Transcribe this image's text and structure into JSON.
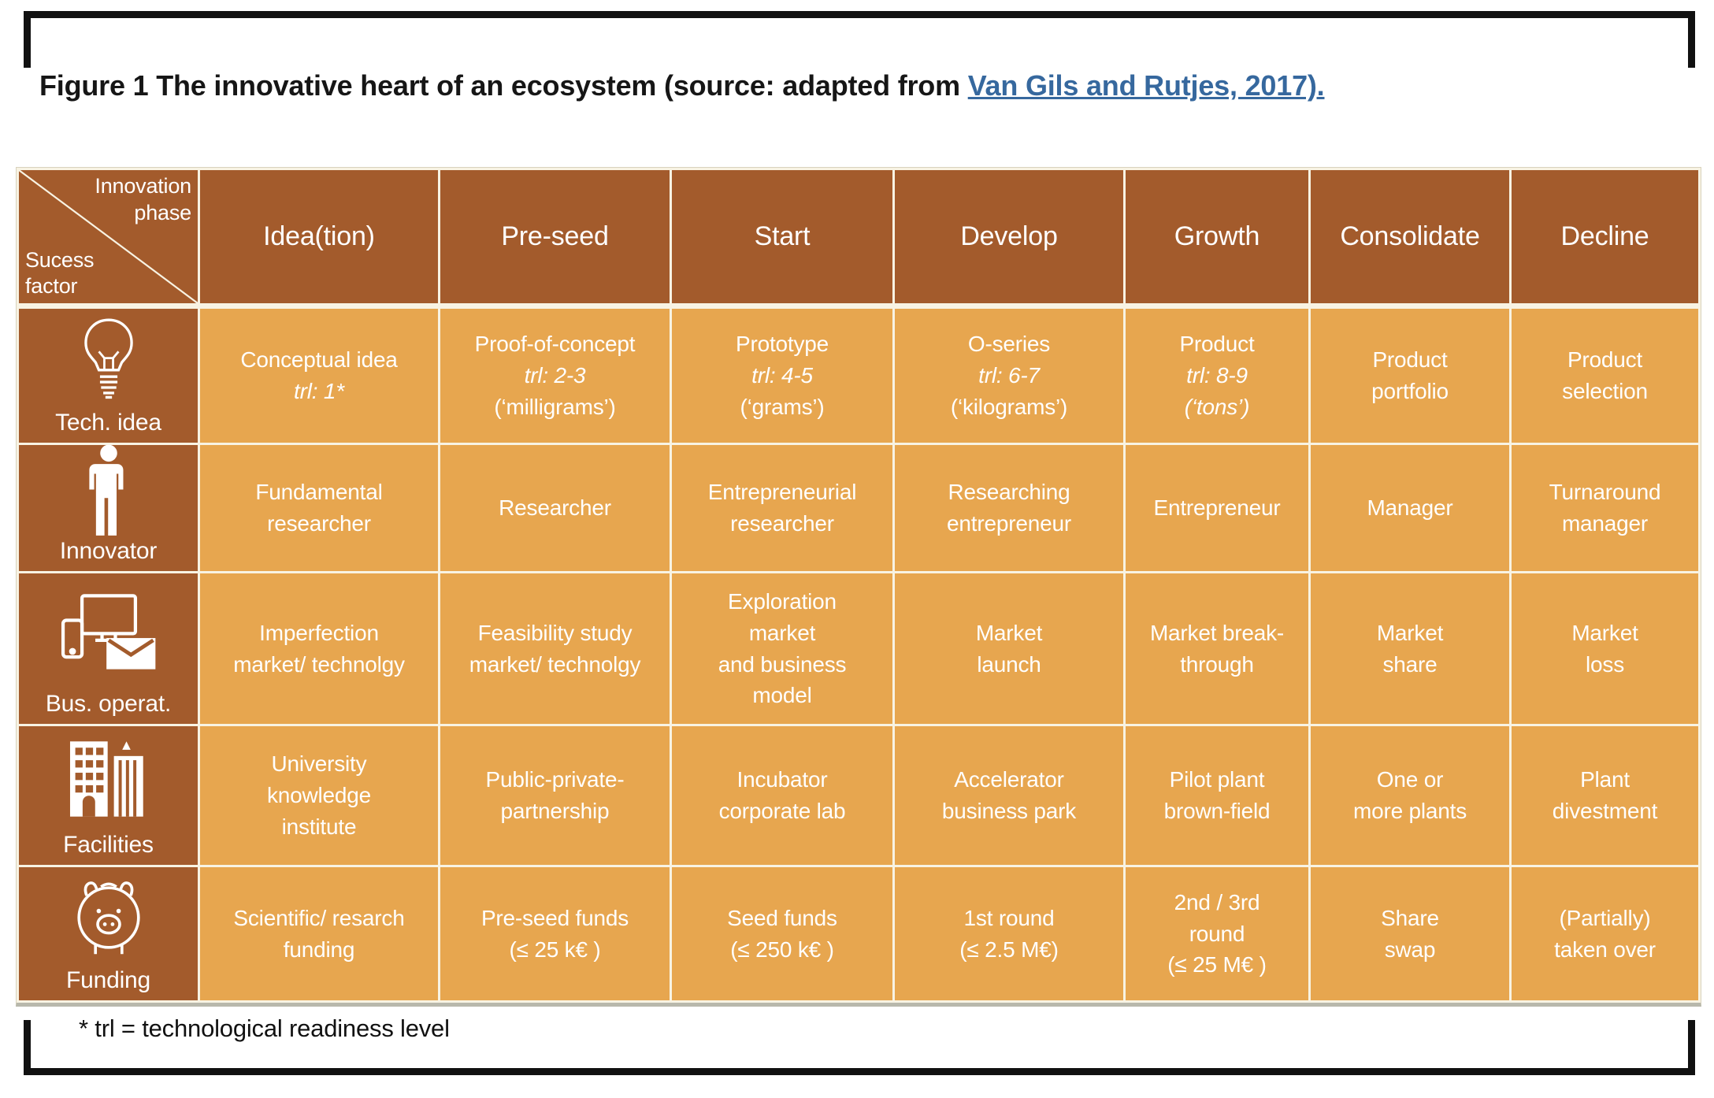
{
  "figure": {
    "caption_prefix": "Figure 1 The innovative heart of an ecosystem (source: adapted from ",
    "caption_link": "Van Gils and Rutjes, 2017).",
    "footnote": "* trl = technological readiness level"
  },
  "colors": {
    "header_brown": "#a35b2c",
    "cell_amber": "#e7a64f",
    "grid_line_cream": "#f8f3e3",
    "table_bottom_gray": "#b8b8ac",
    "link_blue": "#36689e",
    "frame_black": "#111111"
  },
  "table": {
    "corner": {
      "top_line1": "Innovation",
      "top_line2": "phase",
      "bottom_line1": "Sucess",
      "bottom_line2": "factor"
    },
    "phases": [
      "Idea(tion)",
      "Pre-seed",
      "Start",
      "Develop",
      "Growth",
      "Consolidate",
      "Decline"
    ],
    "rows": [
      {
        "label": "Tech. idea",
        "icon": "lightbulb-icon",
        "cells": [
          [
            {
              "t": "Conceptual idea"
            },
            {
              "t": "trl: 1*",
              "i": true
            }
          ],
          [
            {
              "t": "Proof-of-concept"
            },
            {
              "t": "trl: 2-3",
              "i": true
            },
            {
              "t": "(‘milligrams’)"
            }
          ],
          [
            {
              "t": "Prototype"
            },
            {
              "t": "trl: 4-5",
              "i": true
            },
            {
              "t": "(‘grams’)"
            }
          ],
          [
            {
              "t": "O-series"
            },
            {
              "t": "trl: 6-7",
              "i": true
            },
            {
              "t": "(‘kilograms’)"
            }
          ],
          [
            {
              "t": "Product"
            },
            {
              "t": "trl: 8-9",
              "i": true
            },
            {
              "t": "(‘tons’)",
              "i": true
            }
          ],
          [
            {
              "t": "Product"
            },
            {
              "t": "portfolio"
            }
          ],
          [
            {
              "t": "Product"
            },
            {
              "t": "selection"
            }
          ]
        ]
      },
      {
        "label": "Innovator",
        "icon": "person-icon",
        "cells": [
          [
            {
              "t": "Fundamental"
            },
            {
              "t": "researcher"
            }
          ],
          [
            {
              "t": "Researcher"
            }
          ],
          [
            {
              "t": "Entrepreneurial"
            },
            {
              "t": "researcher"
            }
          ],
          [
            {
              "t": "Researching"
            },
            {
              "t": "entrepreneur"
            }
          ],
          [
            {
              "t": "Entrepreneur"
            }
          ],
          [
            {
              "t": "Manager"
            }
          ],
          [
            {
              "t": "Turnaround"
            },
            {
              "t": "manager"
            }
          ]
        ]
      },
      {
        "label": "Bus. operat.",
        "icon": "devices-icon",
        "cells": [
          [
            {
              "t": "Imperfection"
            },
            {
              "t": "market/ technolgy"
            }
          ],
          [
            {
              "t": "Feasibility study"
            },
            {
              "t": "market/ technolgy"
            }
          ],
          [
            {
              "t": "Exploration"
            },
            {
              "t": "market"
            },
            {
              "t": "and business"
            },
            {
              "t": "model"
            }
          ],
          [
            {
              "t": "Market"
            },
            {
              "t": "launch"
            }
          ],
          [
            {
              "t": "Market break-"
            },
            {
              "t": "through"
            }
          ],
          [
            {
              "t": "Market"
            },
            {
              "t": "share"
            }
          ],
          [
            {
              "t": "Market"
            },
            {
              "t": "loss"
            }
          ]
        ]
      },
      {
        "label": "Facilities",
        "icon": "buildings-icon",
        "cells": [
          [
            {
              "t": "University"
            },
            {
              "t": "knowledge"
            },
            {
              "t": "institute"
            }
          ],
          [
            {
              "t": "Public-private-"
            },
            {
              "t": "partnership"
            }
          ],
          [
            {
              "t": "Incubator"
            },
            {
              "t": "corporate lab"
            }
          ],
          [
            {
              "t": "Accelerator"
            },
            {
              "t": "business park"
            }
          ],
          [
            {
              "t": "Pilot plant"
            },
            {
              "t": "brown-field"
            }
          ],
          [
            {
              "t": "One or"
            },
            {
              "t": "more plants"
            }
          ],
          [
            {
              "t": "Plant"
            },
            {
              "t": "divestment"
            }
          ]
        ]
      },
      {
        "label": "Funding",
        "icon": "piggybank-icon",
        "cells": [
          [
            {
              "t": "Scientific/ resarch"
            },
            {
              "t": "funding"
            }
          ],
          [
            {
              "t": "Pre-seed funds"
            },
            {
              "t": "(≤ 25 k€ )"
            }
          ],
          [
            {
              "t": "Seed funds"
            },
            {
              "t": "(≤ 250 k€ )"
            }
          ],
          [
            {
              "t": "1st round"
            },
            {
              "t": "(≤ 2.5 M€)"
            }
          ],
          [
            {
              "t": "2nd / 3rd"
            },
            {
              "t": "round"
            },
            {
              "t": "(≤ 25 M€ )"
            }
          ],
          [
            {
              "t": "Share"
            },
            {
              "t": "swap"
            }
          ],
          [
            {
              "t": "(Partially)"
            },
            {
              "t": "taken over"
            }
          ]
        ]
      }
    ]
  }
}
